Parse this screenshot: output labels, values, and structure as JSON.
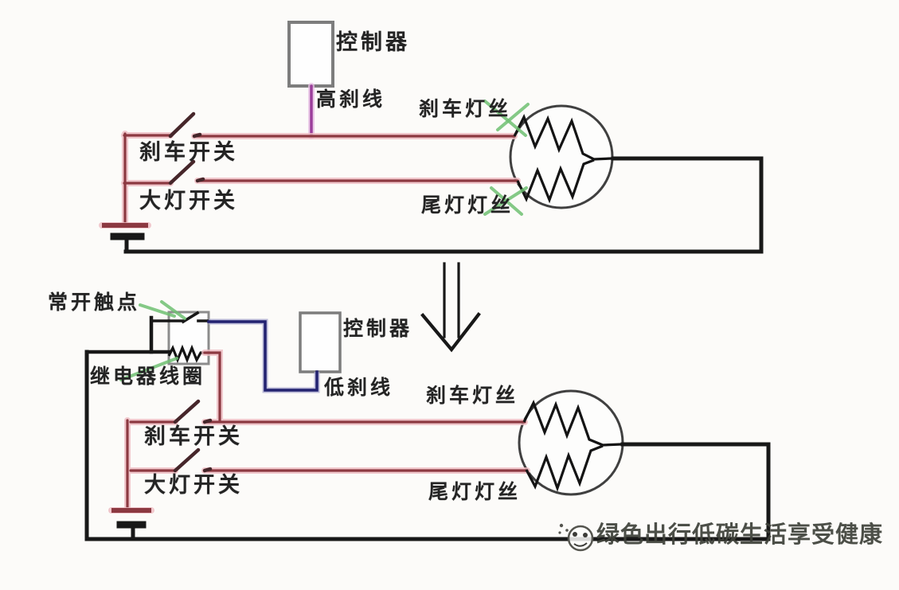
{
  "top_circuit": {
    "controller": "控制器",
    "high_brake_line": "高刹线",
    "brake_filament": "刹车灯丝",
    "tail_filament": "尾灯灯丝",
    "brake_switch": "刹车开关",
    "headlight_switch": "大灯开关"
  },
  "bottom_circuit": {
    "normally_open_contact": "常开触点",
    "relay_coil": "继电器线圈",
    "controller": "控制器",
    "low_brake_line": "低刹线",
    "brake_filament": "刹车灯丝",
    "tail_filament": "尾灯灯丝",
    "brake_switch": "刹车开关",
    "headlight_switch": "大灯开关"
  },
  "watermark": {
    "text": "绿色出行低碳生活享受健康"
  },
  "colors": {
    "wire_red": "#8c3941",
    "wire_purple": "#9b3e9b",
    "wire_navy": "#232270",
    "wire_black": "#181818",
    "annotation_green": "#6fc072",
    "watermark": "#3e4139",
    "background": "#fcfbf9"
  }
}
